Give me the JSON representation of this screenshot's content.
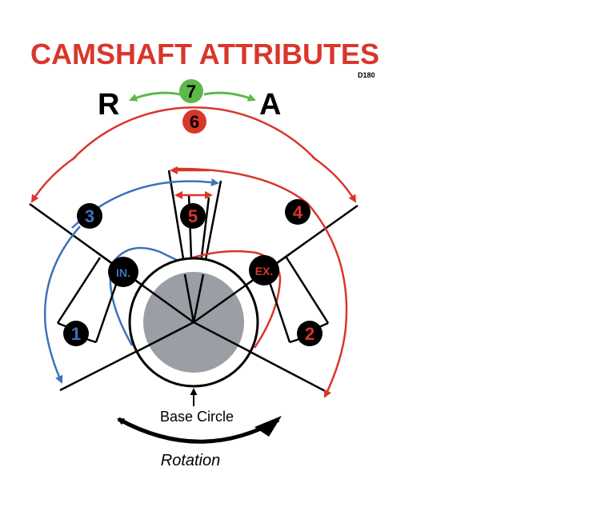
{
  "title": "CAMSHAFT ATTRIBUTES",
  "code": "D180",
  "labels": {
    "retard": "R",
    "advance": "A",
    "base_circle": "Base Circle",
    "rotation": "Rotation",
    "intake": "IN.",
    "exhaust": "EX."
  },
  "badges": [
    "1",
    "2",
    "3",
    "4",
    "5",
    "6",
    "7"
  ],
  "colors": {
    "red": "#d9362b",
    "blue": "#3e72b8",
    "green": "#5cb84a",
    "black": "#000000",
    "cam_fill": "#9b9ea4"
  }
}
